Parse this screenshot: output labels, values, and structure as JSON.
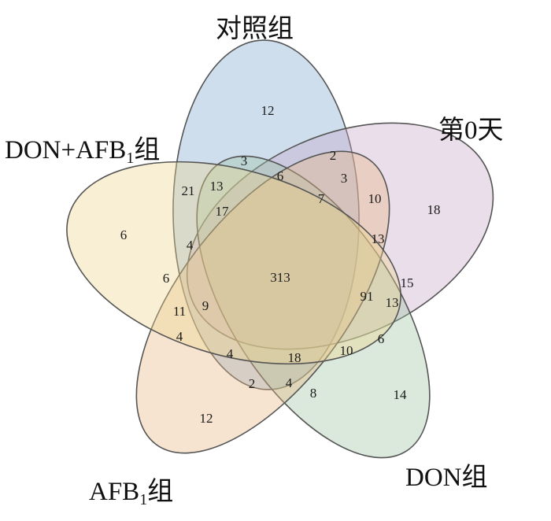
{
  "sets": [
    {
      "id": "control",
      "label": "对照组",
      "color": "#7fa7cf"
    },
    {
      "id": "day0",
      "label": "第0天",
      "color": "#c8a8c9"
    },
    {
      "id": "don",
      "label": "DON组",
      "color": "#9dc5a2"
    },
    {
      "id": "afb1",
      "label_main": "AFB",
      "label_sub": "1",
      "label_tail": "组",
      "color": "#e8b883"
    },
    {
      "id": "donafb1",
      "label_main": "DON+AFB",
      "label_sub": "1",
      "label_tail": "组",
      "color": "#ecd48d"
    }
  ],
  "counts": {
    "control_only": "12",
    "day0_only": "18",
    "don_only": "14",
    "afb1_only": "12",
    "donafb1_only": "6",
    "r_3": "3",
    "r_2": "2",
    "r_6a": "6",
    "r_3b": "3",
    "r_21": "21",
    "r_13a": "13",
    "r_10a": "10",
    "r_7": "7",
    "r_17": "17",
    "r_13b": "13",
    "r_4a": "4",
    "all_five": "313",
    "r_6b": "6",
    "r_15": "15",
    "r_91": "91",
    "r_13c": "13",
    "r_11": "11",
    "r_9": "9",
    "r_4b": "4",
    "r_6c": "6",
    "r_4c": "4",
    "r_18": "18",
    "r_10b": "10",
    "r_2b": "2",
    "r_4d": "4",
    "r_8": "8"
  }
}
